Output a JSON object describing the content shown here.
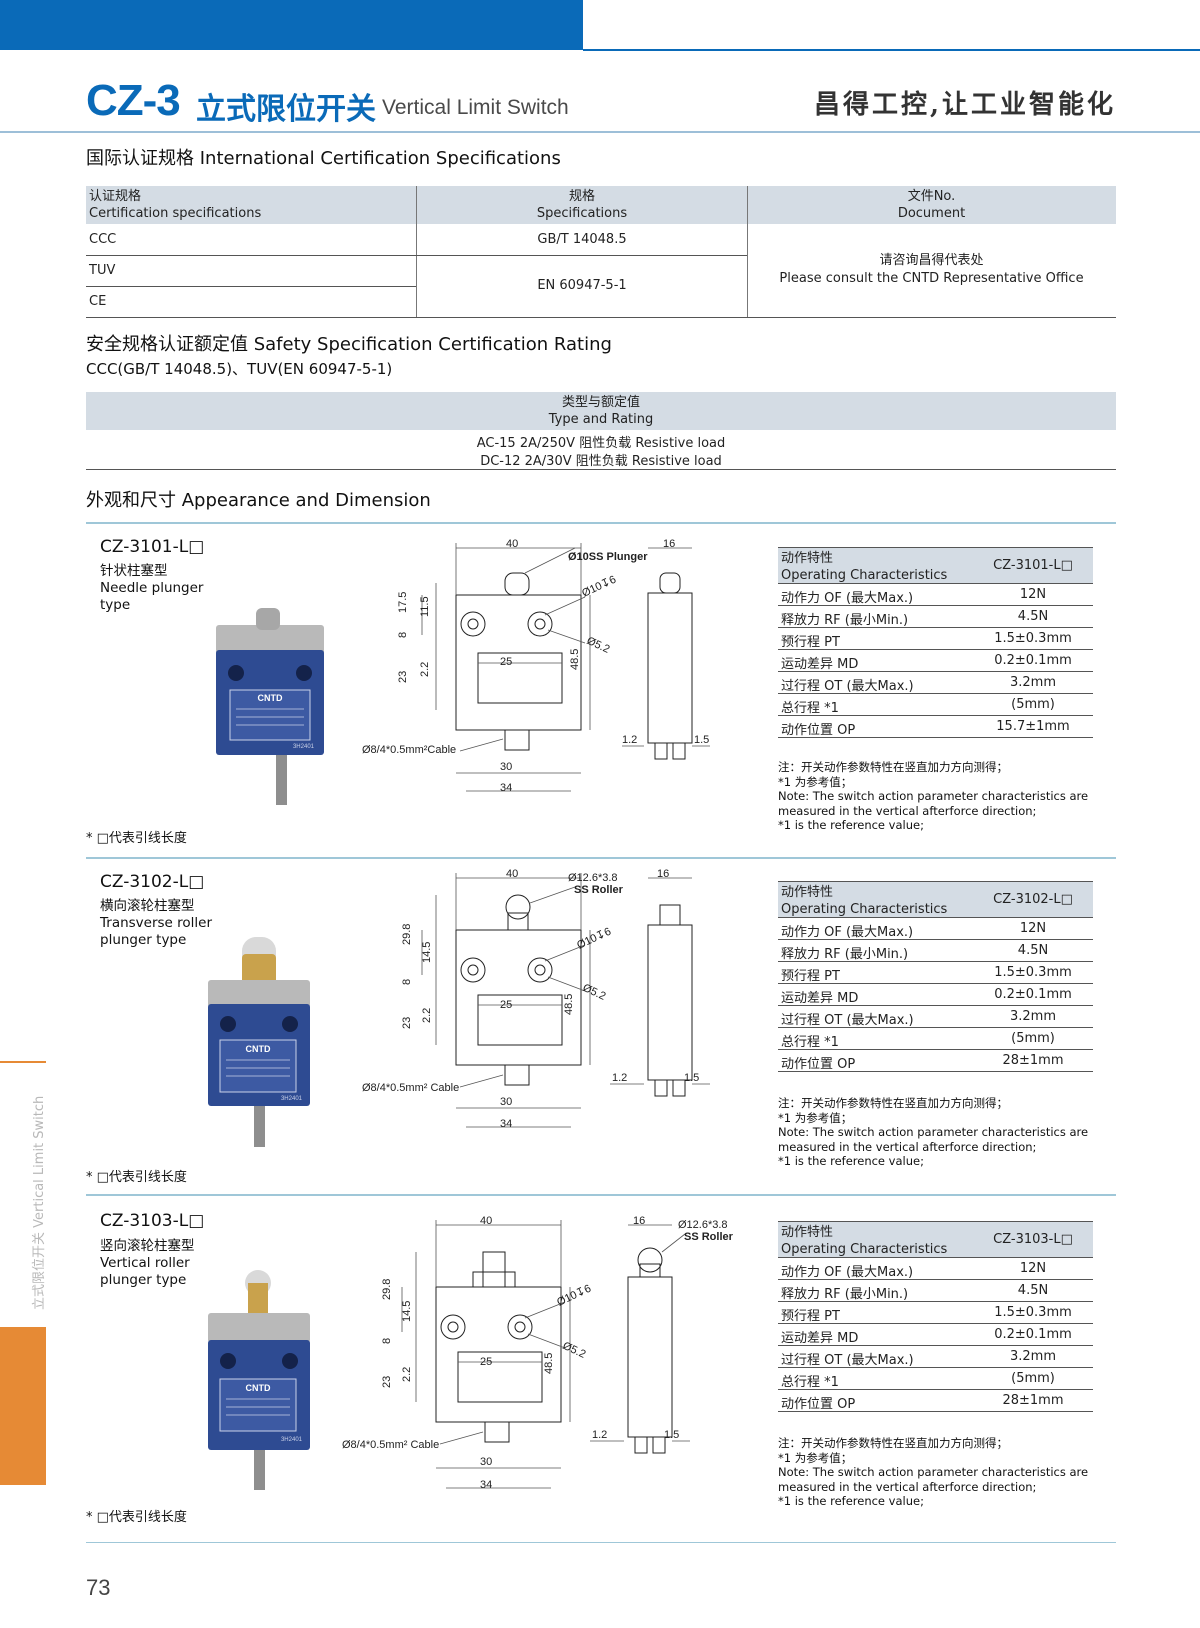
{
  "header": {
    "model": "CZ-3",
    "title_cn": "立式限位开关",
    "title_en": "Vertical Limit Switch",
    "slogan": "昌得工控,让工业智能化"
  },
  "cert": {
    "title": "国际认证规格 International Certification Specifications",
    "head": {
      "col1_cn": "认证规格",
      "col1_en": "Certification specifications",
      "col2_cn": "规格",
      "col2_en": "Specifications",
      "col3_cn": "文件No.",
      "col3_en": "Document"
    },
    "rows": [
      {
        "cert": "CCC",
        "spec": "GB/T 14048.5"
      },
      {
        "cert": "TUV",
        "spec": ""
      },
      {
        "cert": "CE",
        "spec": ""
      }
    ],
    "shared_spec": "EN 60947-5-1",
    "doc_cn": "请咨询昌得代表处",
    "doc_en": "Please consult the CNTD Representative Office"
  },
  "safety": {
    "title": "安全规格认证额定值 Safety Specification Certification Rating",
    "subtitle": "CCC(GB/T 14048.5)、TUV(EN 60947-5-1)",
    "head_cn": "类型与额定值",
    "head_en": "Type and Rating",
    "rows": [
      "AC-15    2A/250V    阻性负载 Resistive load",
      "DC-12    2A/30V    阻性负载 Resistive load"
    ]
  },
  "appearance": {
    "title": "外观和尺寸 Appearance and Dimension"
  },
  "spec_keys": {
    "head_cn": "动作特性",
    "head_en": "Operating Characteristics",
    "of": "动作力 OF (最大Max.)",
    "rf": "释放力 RF (最小Min.)",
    "pt": "预行程 PT",
    "md": "运动差异 MD",
    "ot": "过行程 OT (最大Max.)",
    "tt": "总行程 *1",
    "op": "动作位置 OP"
  },
  "notes": {
    "line1": "注：开关动作参数特性在竖直加力方向测得；",
    "line2": "*1 为参考值；",
    "line3": "Note: The switch action parameter characteristics are",
    "line4": "measured in the vertical afterforce direction;",
    "line5": "*1 is the reference value;"
  },
  "footnote": "* □代表引线长度",
  "products": [
    {
      "model": "CZ-3101-L□",
      "type_cn": "针状柱塞型",
      "type_en1": "Needle plunger",
      "type_en2": "type",
      "values": {
        "of": "12N",
        "rf": "4.5N",
        "pt": "1.5±0.3mm",
        "md": "0.2±0.1mm",
        "ot": "3.2mm",
        "tt": "(5mm)",
        "op": "15.7±1mm"
      },
      "dims": {
        "w": "40",
        "side": "16",
        "h1": "17.5",
        "h2": "11.5",
        "h3": "8",
        "h4": "23",
        "h5": "2.2",
        "inner": "25",
        "height": "48.5",
        "bottom1": "30",
        "bottom2": "34",
        "t1": "1.2",
        "t2": "1.5",
        "actuator": "Ø10SS Plunger",
        "screw": "Ø10↧6",
        "hole": "Ø5.2",
        "cable": "Ø8/4*0.5mm²Cable"
      }
    },
    {
      "model": "CZ-3102-L□",
      "type_cn": "横向滚轮柱塞型",
      "type_en1": "Transverse roller",
      "type_en2": "plunger type",
      "values": {
        "of": "12N",
        "rf": "4.5N",
        "pt": "1.5±0.3mm",
        "md": "0.2±0.1mm",
        "ot": "3.2mm",
        "tt": "(5mm)",
        "op": "28±1mm"
      },
      "dims": {
        "w": "40",
        "side": "16",
        "h1": "29.8",
        "h2": "14.5",
        "h3": "8",
        "h4": "23",
        "h5": "2.2",
        "inner": "25",
        "height": "48.5",
        "bottom1": "30",
        "bottom2": "34",
        "t1": "1.2",
        "t2": "1.5",
        "actuator1": "Ø12.6*3.8",
        "actuator2": "SS Roller",
        "screw": "Ø10↧6",
        "hole": "Ø5.2",
        "cable": "Ø8/4*0.5mm² Cable"
      }
    },
    {
      "model": "CZ-3103-L□",
      "type_cn": "竖向滚轮柱塞型",
      "type_en1": "Vertical roller",
      "type_en2": "plunger type",
      "values": {
        "of": "12N",
        "rf": "4.5N",
        "pt": "1.5±0.3mm",
        "md": "0.2±0.1mm",
        "ot": "3.2mm",
        "tt": "(5mm)",
        "op": "28±1mm"
      },
      "dims": {
        "w": "40",
        "side": "16",
        "h1": "29.8",
        "h2": "14.5",
        "h3": "8",
        "h4": "23",
        "h5": "2.2",
        "inner": "25",
        "height": "48.5",
        "bottom1": "30",
        "bottom2": "34",
        "t1": "1.2",
        "t2": "1.5",
        "actuator1": "Ø12.6*3.8",
        "actuator2": "SS Roller",
        "screw": "Ø10↧6",
        "hole": "Ø5.2",
        "cable": "Ø8/4*0.5mm² Cable"
      }
    }
  ],
  "device": {
    "brand": "CNTD",
    "code": "3H2401"
  },
  "page": {
    "number": "73",
    "side_label": "立式限位开关 Vertical Limit Switch"
  },
  "colors": {
    "brand_blue": "#0a6ab8",
    "accent_orange": "#e68a35",
    "table_head": "#d4dce4"
  }
}
